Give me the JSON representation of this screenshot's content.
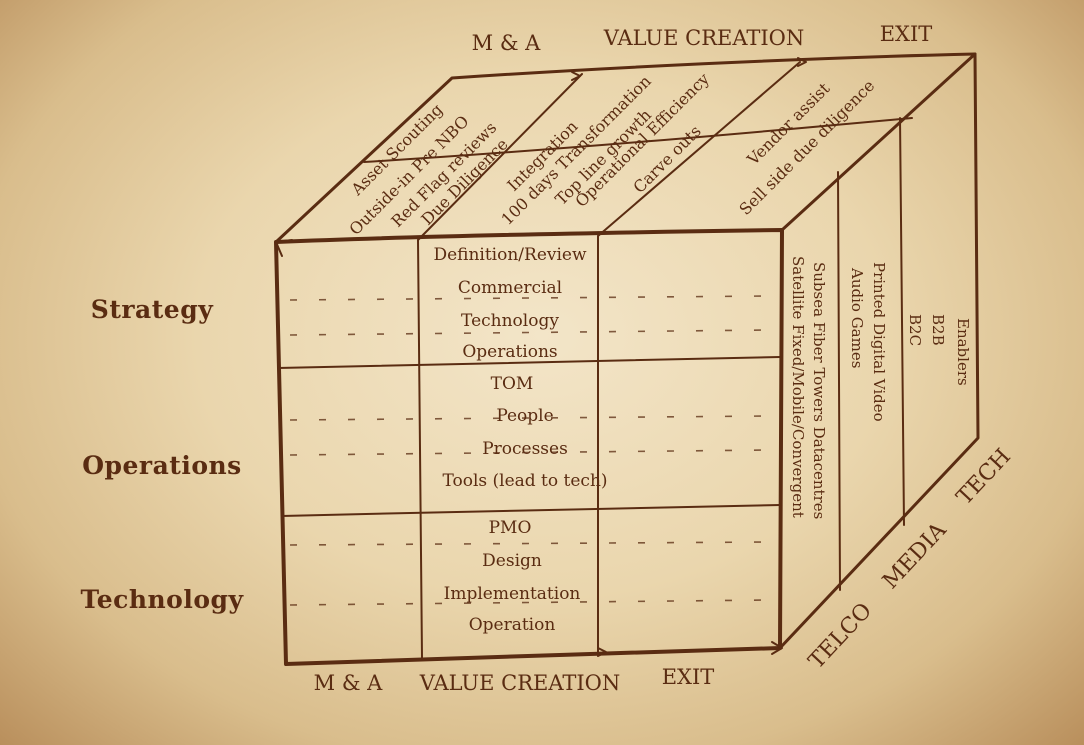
{
  "top_axis": [
    "M & A",
    "VALUE CREATION",
    "EXIT"
  ],
  "bottom_axis": [
    "M & A",
    "VALUE CREATION",
    "EXIT"
  ],
  "rows": [
    "Strategy",
    "Operations",
    "Technology"
  ],
  "sectors": [
    "TELCO",
    "MEDIA",
    "TECH"
  ],
  "front_cells": [
    [
      "Definition/Review",
      "Commercial",
      "Technology",
      "Operations"
    ],
    [
      "TOM",
      "People",
      "Processes",
      "Tools (lead to tech)"
    ],
    [
      "PMO",
      "Design",
      "Implementation",
      "Operation"
    ]
  ],
  "top_groups": [
    [
      "Asset Scouting",
      "Outside-in Pre NBO",
      "Red Flag reviews",
      "Due Diligence"
    ],
    [
      "Integration",
      "100 days Transformation",
      "Top line growth",
      "Operational Efficiency",
      "Carve outs"
    ],
    [
      "Vendor assist",
      "Sell side due diligence"
    ]
  ],
  "side_groups": [
    [
      "Satellite Fixed/Mobile/Convergent",
      "Subsea Fiber Towers Datacentres"
    ],
    [
      "Printed Digital Video",
      "Audio Games"
    ],
    [
      "B2C",
      "B2B",
      "Enablers"
    ]
  ]
}
